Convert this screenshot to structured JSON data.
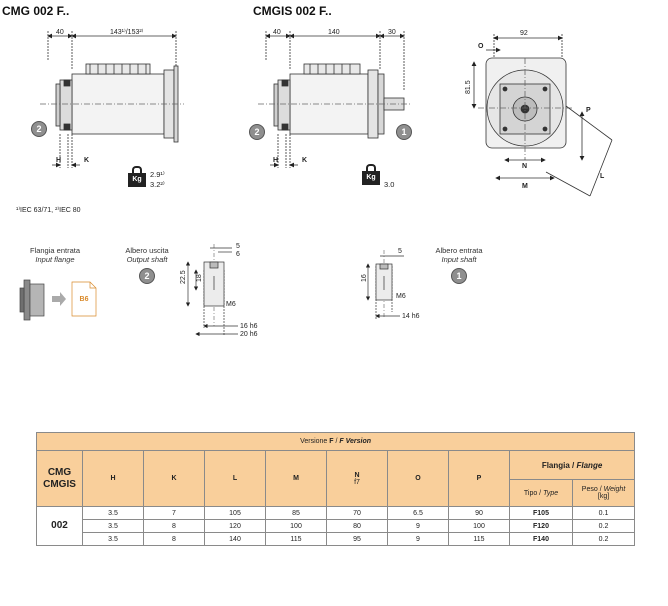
{
  "titles": {
    "cmg": "CMG 002 F..",
    "cmgis": "CMGIS 002 F.."
  },
  "cmg_drawing": {
    "dim_top_left": "40",
    "dim_top_length": "143¹⁾/153²⁾",
    "dim_h": "H",
    "dim_k": "K",
    "ref_number": "2",
    "weight_icon_label": "Kg",
    "weight_1": "2.9¹⁾",
    "weight_2": "3.2²⁾"
  },
  "cmgis_drawing": {
    "dim_top_left": "40",
    "dim_top_mid": "140",
    "dim_top_right": "30",
    "dim_h": "H",
    "dim_k": "K",
    "ref_left": "2",
    "ref_right": "1",
    "weight_icon_label": "Kg",
    "weight": "3.0"
  },
  "front_view": {
    "dim_width": "92",
    "dim_o": "O",
    "dim_height": "81.5",
    "dim_p": "P",
    "dim_n": "N",
    "dim_m": "M",
    "dim_l": "L"
  },
  "footnote": "¹⁾IEC 63/71, ²⁾IEC 80",
  "input_flange": {
    "label_it": "Flangia entrata",
    "label_en": "Input flange",
    "doc_code": "B6"
  },
  "output_shaft": {
    "label_it": "Albero uscita",
    "label_en": "Output shaft",
    "ref_number": "2",
    "dim_key_a": "5",
    "dim_key_b": "6",
    "dim_height_a": "18",
    "dim_height_b": "22.5",
    "dim_thread": "M6",
    "dim_dia_a": "16 h6",
    "dim_dia_b": "20 h6"
  },
  "input_shaft": {
    "label_it": "Albero entrata",
    "label_en": "Input shaft",
    "ref_number": "1",
    "dim_key": "5",
    "dim_height": "16",
    "dim_thread": "M6",
    "dim_dia": "14 h6"
  },
  "table": {
    "caption_prefix": "Versione ",
    "caption_f": "F",
    "caption_sep": " / ",
    "caption_f2": "F",
    "caption_suffix": " Version",
    "row_label_1": "CMG",
    "row_label_2": "CMGIS",
    "columns": [
      "H",
      "K",
      "L",
      "M",
      "N",
      "O",
      "P"
    ],
    "n_sub": "f7",
    "flange_group_it": "Flangia",
    "flange_group_sep": " / ",
    "flange_group_en": "Flange",
    "type_it": "Tipo",
    "type_en": "Type",
    "weight_it": "Peso",
    "weight_en": "Weight",
    "weight_unit": "[kg]",
    "size": "002",
    "rows": [
      [
        "3.5",
        "7",
        "105",
        "85",
        "70",
        "6.5",
        "90",
        "F105",
        "0.1"
      ],
      [
        "3.5",
        "8",
        "120",
        "100",
        "80",
        "9",
        "100",
        "F120",
        "0.2"
      ],
      [
        "3.5",
        "8",
        "140",
        "115",
        "95",
        "9",
        "115",
        "F140",
        "0.2"
      ]
    ]
  }
}
